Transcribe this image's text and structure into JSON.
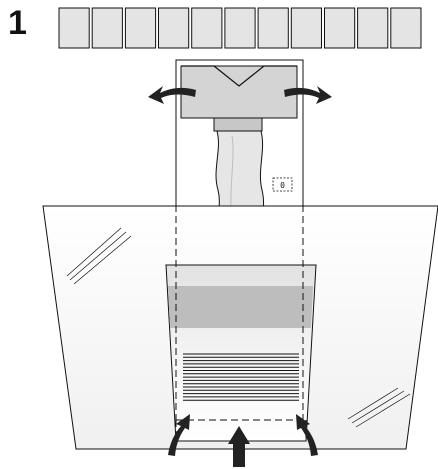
{
  "step": {
    "number": "1"
  },
  "tag": {
    "label": "0"
  },
  "arrows": {
    "count_outlet": 2,
    "count_inlet": 3
  },
  "filter_slats": {
    "count": 11
  },
  "colors": {
    "ink": "#111111",
    "slat_fill": "#e4e4e4",
    "head_fill": "#d4d4d4",
    "pipe_fill": "#e6e6e6",
    "band_fill": "#bdbdbd",
    "arrow_fill": "#222222"
  }
}
